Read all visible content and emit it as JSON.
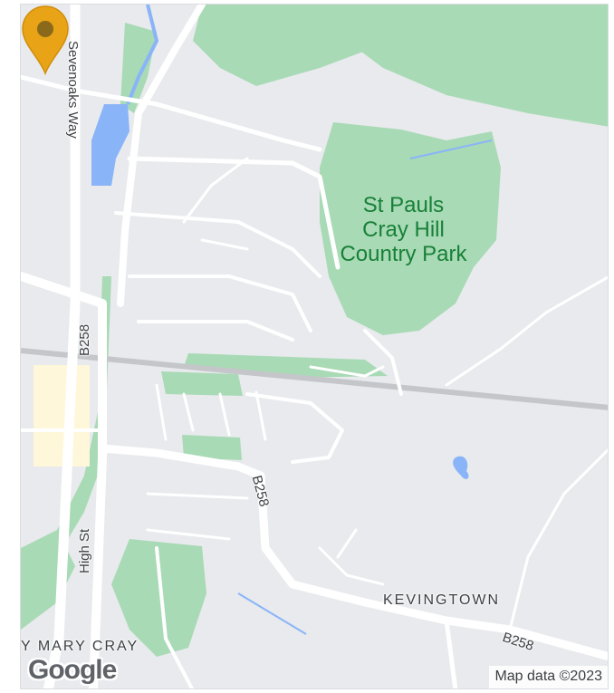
{
  "map": {
    "park_label": "St Pauls\nCray Hill\nCountry Park",
    "roads": {
      "sevenoaks_way": "Sevenoaks Way",
      "b258_left": "B258",
      "b258_center": "B258",
      "b258_right": "B258",
      "high_st": "High St"
    },
    "places": {
      "kevingtown": "KEVINGTOWN",
      "mary_cray": "Y MARY CRAY"
    },
    "marker": {
      "color": "#e8a317",
      "dot_color": "#8a6a1a"
    },
    "colors": {
      "land": "#e8eaed",
      "park": "#a8dab5",
      "water": "#8ab4f8",
      "road": "#ffffff",
      "rail": "#c4c6c9",
      "urban": "#fef7d9"
    }
  },
  "branding": {
    "logo": "Google"
  },
  "attribution": "Map data ©2023"
}
